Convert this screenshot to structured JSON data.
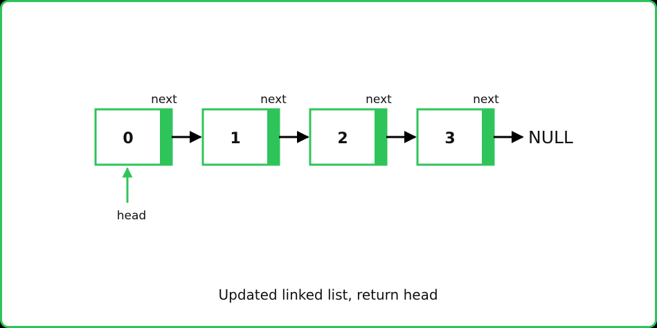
{
  "diagram": {
    "nodes": [
      {
        "value": "0",
        "pointer_label": "next"
      },
      {
        "value": "1",
        "pointer_label": "next"
      },
      {
        "value": "2",
        "pointer_label": "next"
      },
      {
        "value": "3",
        "pointer_label": "next"
      }
    ],
    "terminal_label": "NULL",
    "head_label": "head",
    "caption": "Updated linked list, return head"
  },
  "colors": {
    "accent": "#2ec45a",
    "text": "#111111",
    "arrow": "#000000"
  }
}
